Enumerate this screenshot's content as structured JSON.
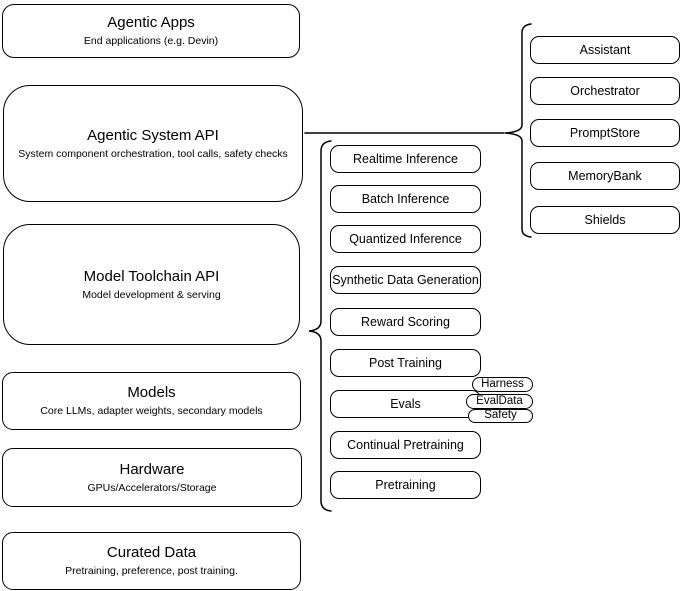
{
  "stack": {
    "items": [
      {
        "title": "Agentic Apps",
        "subtitle": "End applications (e.g. Devin)"
      },
      {
        "title": "Agentic System API",
        "subtitle": "System component orchestration, tool calls, safety checks"
      },
      {
        "title": "Model Toolchain API",
        "subtitle": "Model development & serving"
      },
      {
        "title": "Models",
        "subtitle": "Core LLMs, adapter weights, secondary models"
      },
      {
        "title": "Hardware",
        "subtitle": "GPUs/Accelerators/Storage"
      },
      {
        "title": "Curated Data",
        "subtitle": "Pretraining, preference, post training."
      }
    ]
  },
  "toolchain": {
    "items": [
      {
        "label": "Realtime Inference"
      },
      {
        "label": "Batch Inference"
      },
      {
        "label": "Quantized Inference"
      },
      {
        "label": "Synthetic Data Generation"
      },
      {
        "label": "Reward Scoring"
      },
      {
        "label": "Post Training"
      },
      {
        "label": "Evals"
      },
      {
        "label": "Continual Pretraining"
      },
      {
        "label": "Pretraining"
      }
    ]
  },
  "evals_tags": [
    "Harness",
    "EvalData",
    "Safety"
  ],
  "system": {
    "items": [
      {
        "label": "Assistant"
      },
      {
        "label": "Orchestrator"
      },
      {
        "label": "PromptStore"
      },
      {
        "label": "MemoryBank"
      },
      {
        "label": "Shields"
      }
    ]
  },
  "colors": {
    "stroke": "#000000",
    "fill": "#ffffff",
    "text": "#000000"
  }
}
